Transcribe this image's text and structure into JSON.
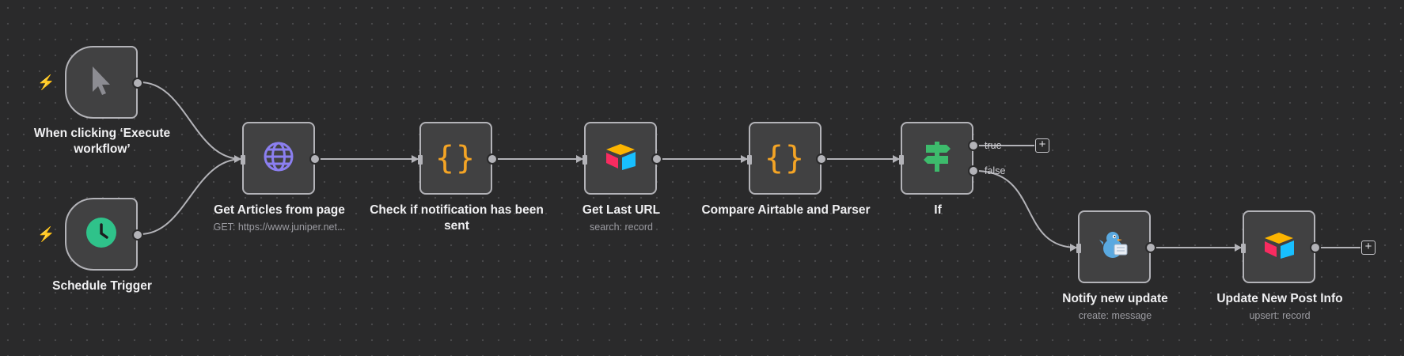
{
  "nodes": {
    "manual_trigger": {
      "label": "When clicking ‘Execute workflow’",
      "icon": "cursor-icon"
    },
    "schedule_trigger": {
      "label": "Schedule Trigger",
      "icon": "clock-icon"
    },
    "get_articles": {
      "label": "Get Articles from page",
      "sublabel": "GET: https://www.juniper.net...",
      "icon": "globe-icon"
    },
    "check_notification": {
      "label": "Check if notification has been sent",
      "icon": "code-braces-icon"
    },
    "get_last_url": {
      "label": "Get Last URL",
      "sublabel": "search: record",
      "icon": "airtable-icon"
    },
    "compare": {
      "label": "Compare Airtable and Parser",
      "icon": "code-braces-icon"
    },
    "if": {
      "label": "If",
      "icon": "signpost-icon",
      "branches": {
        "true_label": "true",
        "false_label": "false"
      }
    },
    "notify": {
      "label": "Notify new update",
      "sublabel": "create: message",
      "icon": "mastodon-bird-icon"
    },
    "update_post": {
      "label": "Update New Post Info",
      "sublabel": "upsert: record",
      "icon": "airtable-icon"
    }
  },
  "icons": {
    "code_braces": "{}",
    "plus": "+",
    "bolt": "⚡"
  },
  "colors": {
    "background": "#2a2a2b",
    "node_fill": "#414142",
    "node_border": "#b3b3b8",
    "connector": "#b3b3b8",
    "trigger_bolt": "#e8554d",
    "globe": "#8b7ff0",
    "code": "#f4a425",
    "clock": "#2fc28a",
    "signpost": "#3dbb6c"
  }
}
